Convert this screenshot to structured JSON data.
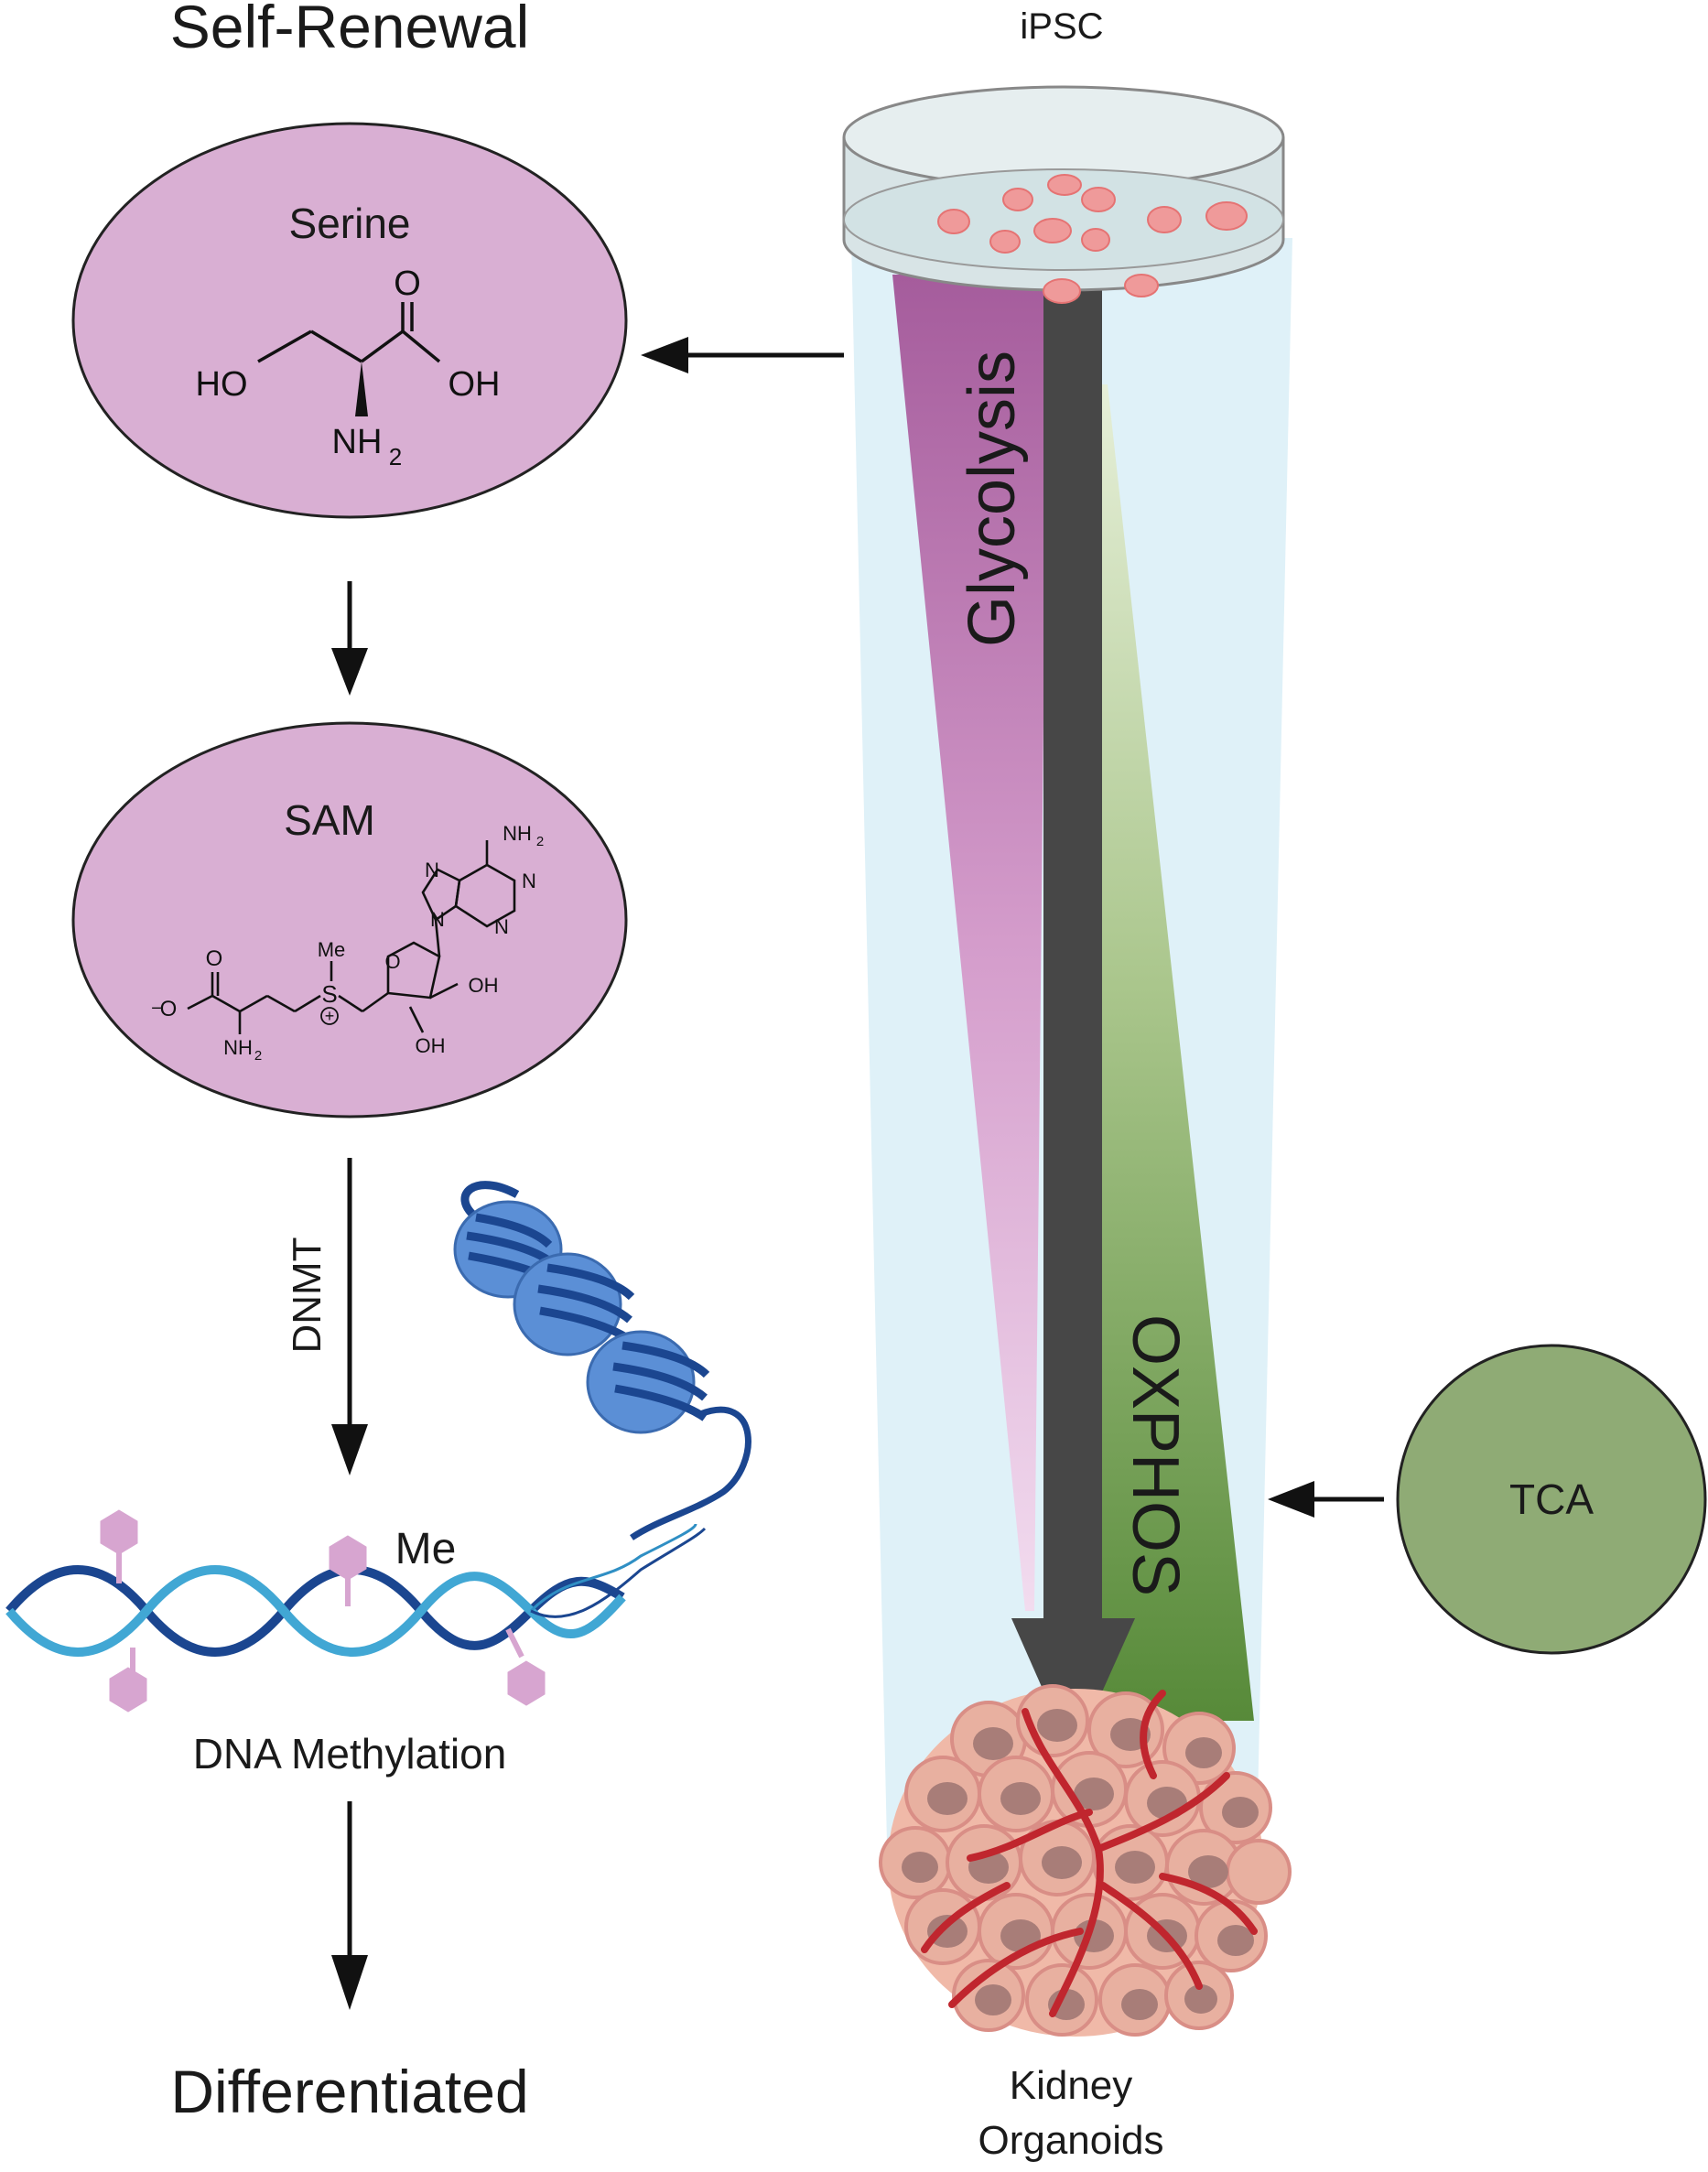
{
  "labels": {
    "self_renewal": "Self-Renewal",
    "differentiated": "Differentiated",
    "ipsc": "iPSC",
    "kidney": "Kidney",
    "organoids": "Organoids",
    "glycolysis": "Glycolysis",
    "oxphos": "OXPHOS",
    "tca": "TCA",
    "dnmt": "DNMT",
    "dna_methylation": "DNA Methylation",
    "me": "Me"
  },
  "serine": {
    "title": "Serine",
    "ho": "HO",
    "oh": "OH",
    "o": "O",
    "nh": "NH",
    "sub2": "2"
  },
  "sam": {
    "title": "SAM",
    "nh": "NH",
    "sub2": "2",
    "me": "Me",
    "s": "S",
    "plus": "+",
    "o": "O",
    "minus": "−",
    "oh": "OH",
    "n": "N"
  },
  "colors": {
    "metabolite_fill": "#d9afd3",
    "tca_fill": "#8fab75",
    "glycolysis_top": "#a55c9c",
    "oxphos_bottom": "#5a8a3c",
    "main_arrow": "#474747",
    "beam": "#dff1f8",
    "nucleosome": "#5b8fd6",
    "dna_dark": "#1b4690",
    "dna_light": "#41a7d4",
    "methyl": "#d7a5d0"
  }
}
